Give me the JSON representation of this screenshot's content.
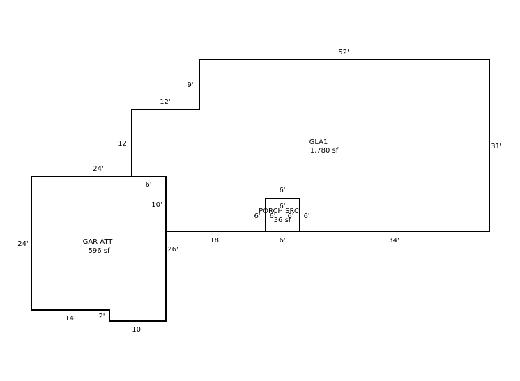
{
  "rooms": {
    "gla": {
      "name": "GLA1",
      "area": "1,780 sf"
    },
    "garage": {
      "name": "GAR ATT",
      "area": "596 sf"
    },
    "porch": {
      "name": "PORCH SRC",
      "area": "36 sf"
    }
  },
  "dimensions": {
    "gla_top": "52'",
    "gla_right": "31'",
    "gla_bottom_right": "34'",
    "gla_bottom_left": "18'",
    "gla_step_vertical": "9'",
    "gla_step_horizontal": "12'",
    "gla_left_upper": "12'",
    "gla_left_lower": "10'",
    "gla_notch": "6'",
    "garage_top": "24'",
    "garage_left": "24'",
    "garage_right": "26'",
    "garage_bottom_left": "14'",
    "garage_bottom_step": "2'",
    "garage_bottom_right": "10'",
    "porch_top": "6'",
    "porch_bottom": "6'",
    "porch_left": "6'",
    "porch_right": "6'",
    "porch_inner_top": "6'",
    "porch_inner_left": "6'",
    "porch_inner_right": "6'"
  }
}
